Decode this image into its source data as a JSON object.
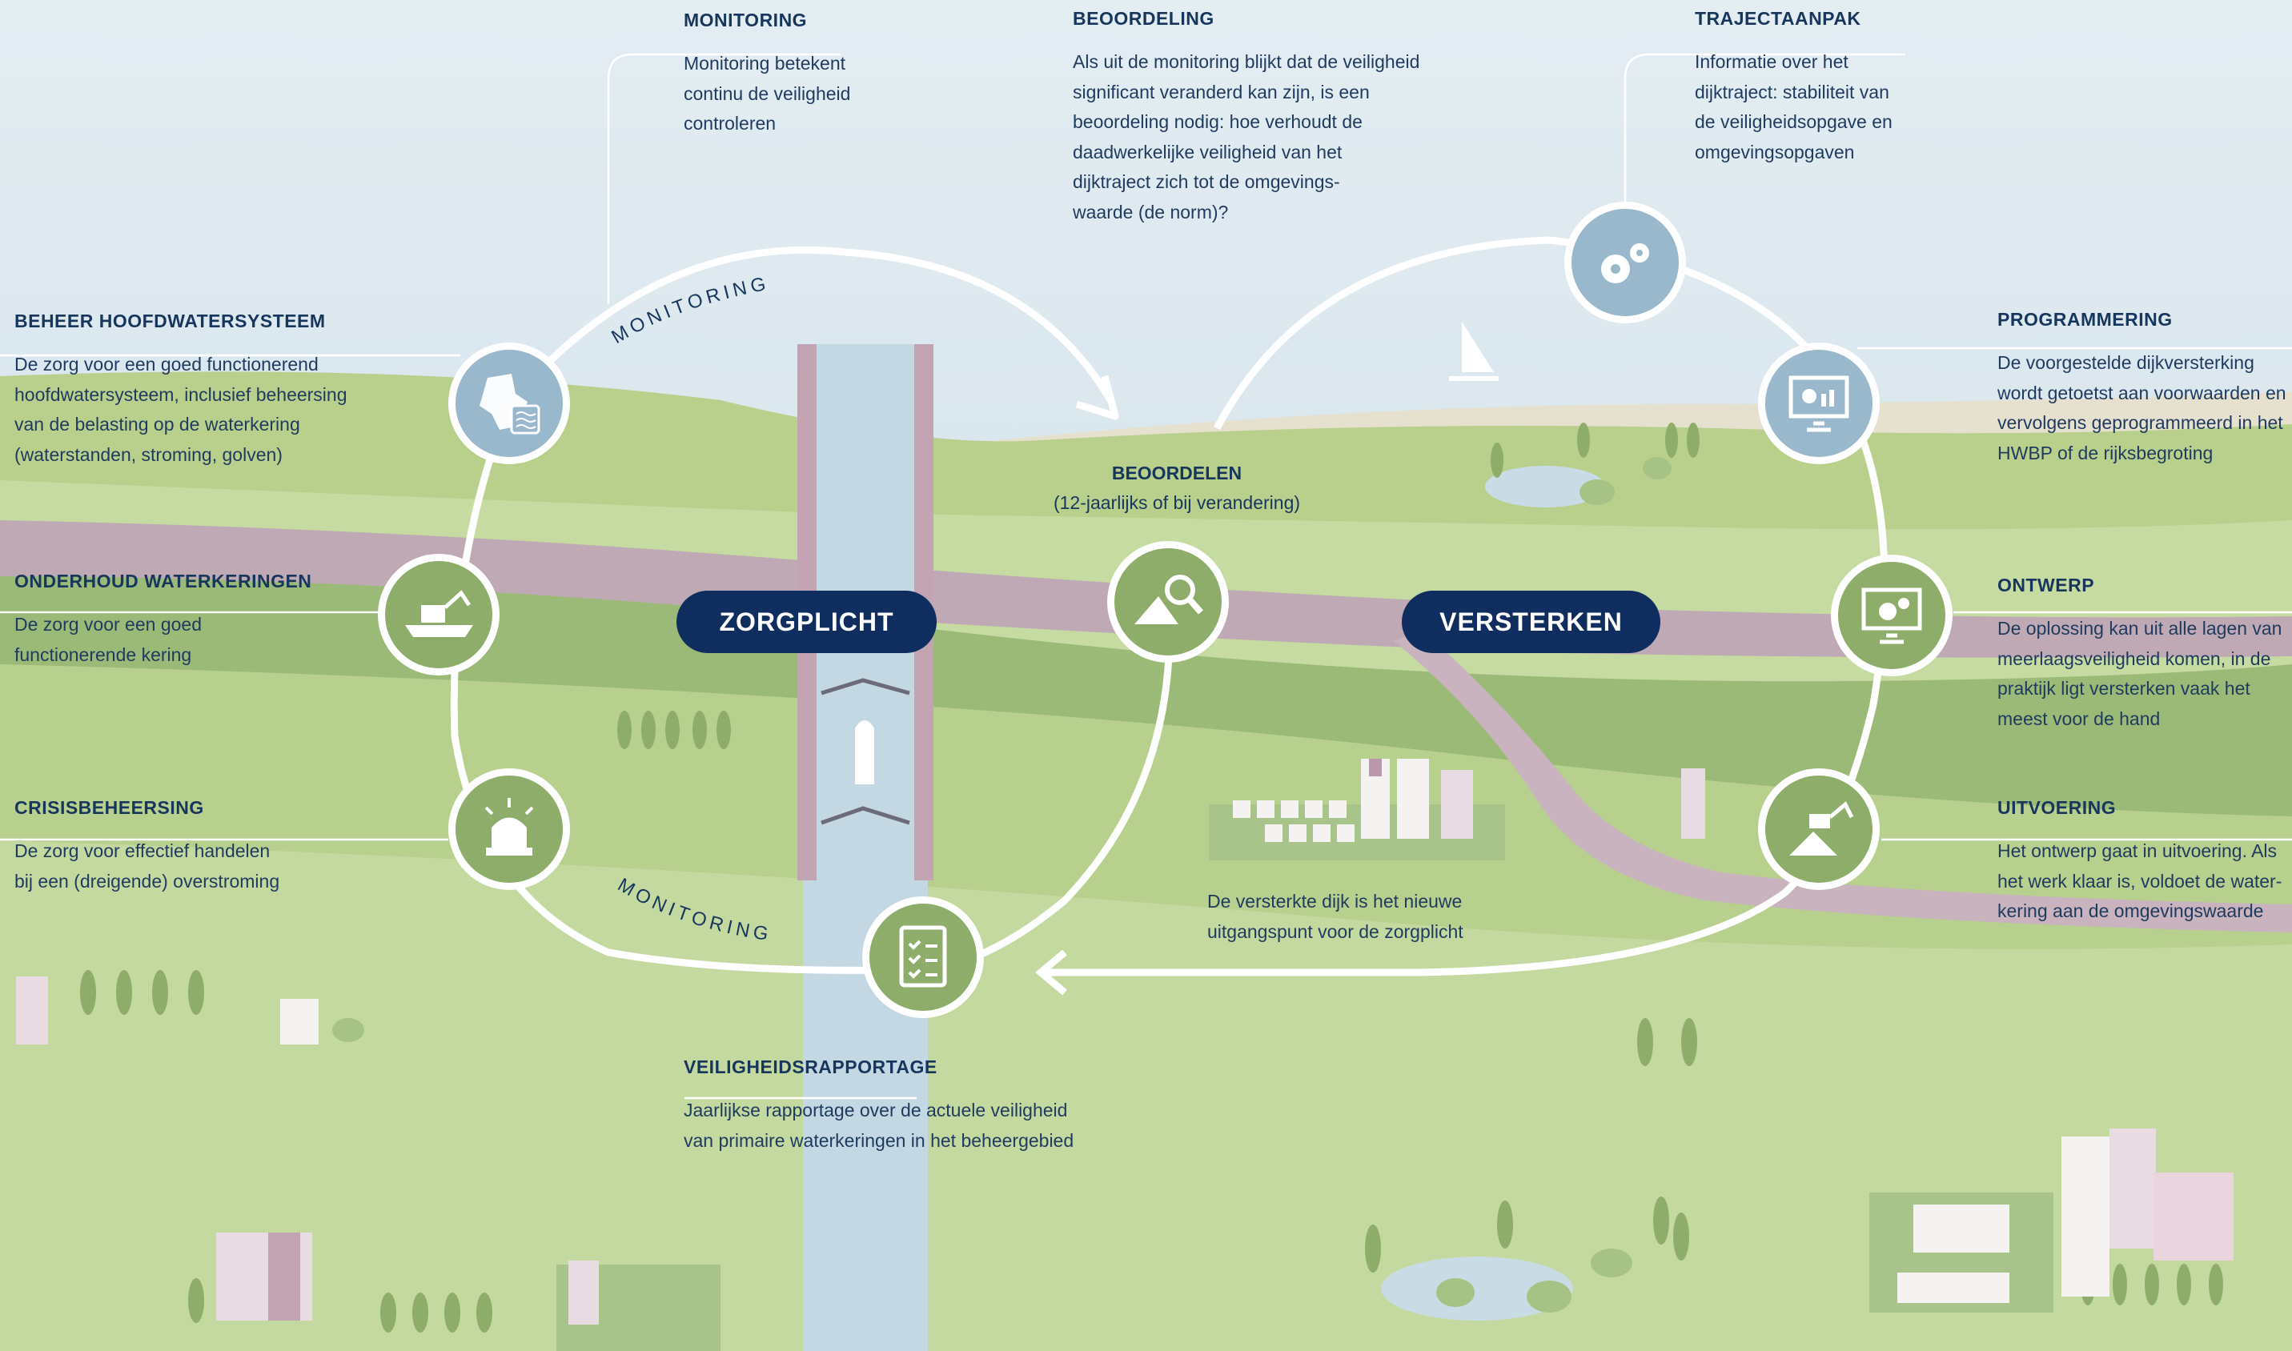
{
  "labels": {
    "monitoring": {
      "title": "MONITORING",
      "body": "Monitoring betekent\ncontinu de veiligheid\ncontroleren"
    },
    "beoordeling": {
      "title": "BEOORDELING",
      "body": "Als uit de monitoring blijkt dat de veiligheid\nsignificant veranderd kan zijn, is een\nbeoordeling nodig: hoe verhoudt de\ndaadwerkelijke veiligheid van het\ndijktraject zich tot de omgevings-\nwaarde (de norm)?"
    },
    "trajectaanpak": {
      "title": "TRAJECTAANPAK",
      "body": "Informatie over het\ndijktraject: stabiliteit van\nde veiligheidsopgave en\nomgevingsopgaven"
    },
    "beheer": {
      "title": "BEHEER HOOFDWATERSYSTEEM",
      "body": "De zorg voor een goed functionerend\nhoofdwatersysteem, inclusief beheersing\nvan de  belasting op de waterkering\n(waterstanden, stroming, golven)"
    },
    "onderhoud": {
      "title": "ONDERHOUD WATERKERINGEN",
      "body": "De zorg voor een goed\nfunctionerende kering"
    },
    "crisis": {
      "title": "CRISISBEHEERSING",
      "body": "De zorg voor effectief  handelen\nbij een (dreigende) overstroming"
    },
    "veiligheid": {
      "title": "VEILIGHEIDSRAPPORTAGE",
      "body": "Jaarlijkse rapportage over de actuele veiligheid\nvan primaire waterkeringen in het beheergebied"
    },
    "programmering": {
      "title": "PROGRAMMERING",
      "body": "De voorgestelde dijkversterking\nwordt getoetst aan voorwaarden en\nvervolgens geprogrammeerd in het\nHWBP of de rijksbegroting"
    },
    "ontwerp": {
      "title": "ONTWERP",
      "body": "De oplossing kan uit alle lagen van\nmeerlaagsveiligheid komen, in de\npraktijk ligt versterken vaak het\nmeest voor de hand"
    },
    "uitvoering": {
      "title": "UITVOERING",
      "body": "Het ontwerp gaat in uitvoering. Als\nhet werk klaar is, voldoet de water-\nkering aan de omgevingswaarde"
    }
  },
  "center": {
    "beoordelen_title": "BEOORDELEN",
    "beoordelen_sub": "(12-jaarlijks of bij verandering)",
    "nieuw_uitgangspunt": "De versterkte dijk is het nieuwe\nuitgangspunt voor de zorgplicht"
  },
  "pills": {
    "left": "ZORGPLICHT",
    "right": "VERSTERKEN"
  },
  "arc_labels": {
    "top": "MONITORING",
    "bottom": "MONITORING"
  },
  "colors": {
    "navy": "#0f2d5e",
    "sky": "#d9e7ee",
    "water": "#c3d8e3",
    "dike": "#bfa9b5",
    "land_light": "#c9dca0",
    "land_dark": "#9cbb78",
    "icon_blue": "#9ab8cc",
    "icon_green": "#8ead6a"
  },
  "icons": [
    "map-water-icon",
    "excavator-icon",
    "siren-icon",
    "clipboard-checklist-icon",
    "dike-magnifier-icon",
    "gears-icon",
    "monitor-chart-icon",
    "monitor-gear-icon",
    "excavator-dike-icon"
  ]
}
